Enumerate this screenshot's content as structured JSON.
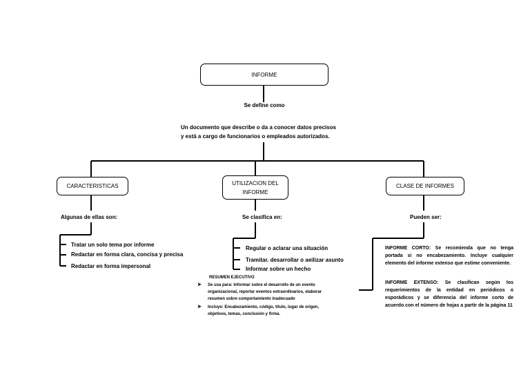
{
  "root": {
    "title": "INFORME"
  },
  "definition": {
    "connector": "Se define como",
    "text_line1": "Un documento que describe o da a conocer datos precisos",
    "text_line2": "y está a cargo de funcionarios o empleados autorizados."
  },
  "characteristics": {
    "title": "CARACTERISTICAS",
    "connector": "Algunas de ellas son:",
    "items": [
      "Tratar un solo tema por informe",
      "Redactar en forma clara, concisa y precisa",
      "Redactar en forma impersonal"
    ]
  },
  "utilization": {
    "title_line1": "UTILIZACION DEL",
    "title_line2": "INFORME",
    "connector": "Se clasifica en:",
    "items": [
      "Regular o aclarar una situación",
      "Tramitar. desarrollar o aeilizar asunto",
      "Informar sobre un hecho"
    ],
    "summary": {
      "title": "RESUMEN EJECUTIVO",
      "bullet1_line1": "Se usa para: Informar sobre el desarrollo de un evento",
      "bullet1_line2": "organizacional, reportar eventos extraordinarios, elaborar",
      "bullet1_line3": "resumen sobre comportamiento inadecuado",
      "bullet2_line1": "Incluye: Encabezamiento, código, título, lugar de origen,",
      "bullet2_line2": "objetivos, temas, conclusión y firma."
    }
  },
  "report_types": {
    "title": "CLASE DE INFORMES",
    "connector": "Pueden ser:",
    "short": "INFORME CORTO: Se recomienda que no tenga portada si no encabezamiento. Incluye cualquier elemento del informe extenso que estime conveniente.",
    "long": "INFORME EXTENSO: Se clasifican según los requerimientos de la entidad en periódicos o esporádicos y se diferencia del informe corto de acuerdo con el número de hojas a partir de la página 11"
  }
}
